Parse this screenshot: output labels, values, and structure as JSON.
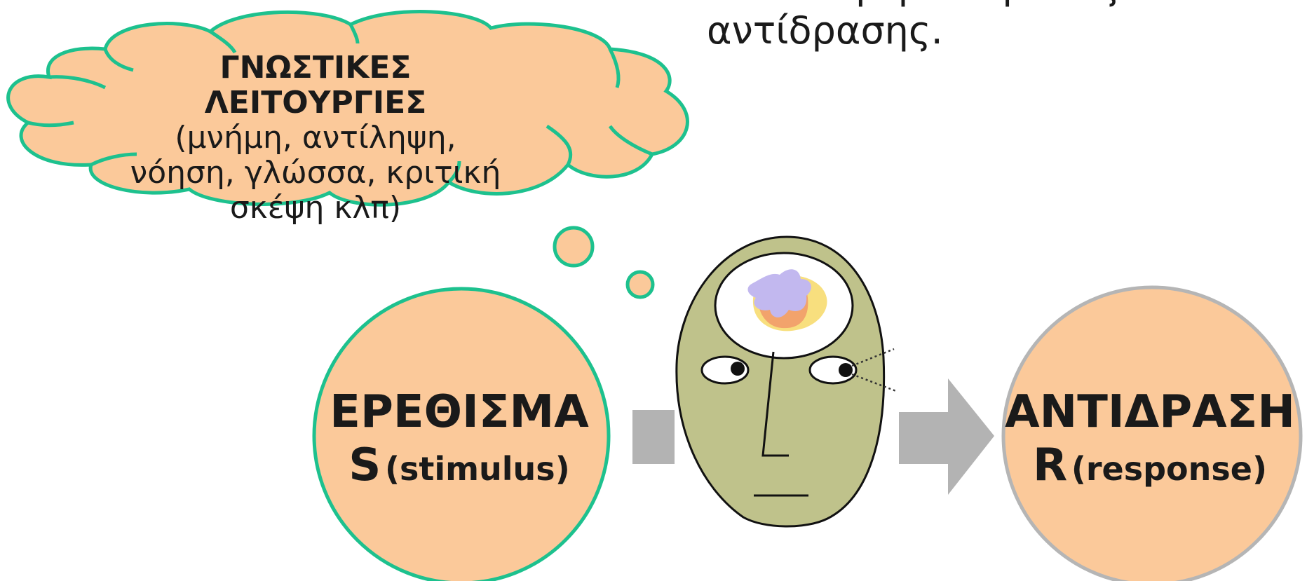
{
  "top_note": {
    "text": "σύνδεση ερεθίσματος\nαντίδρασης."
  },
  "thought_cloud": {
    "title_line1": "ΓΝΩΣΤΙΚΕΣ",
    "title_line2": "ΛΕΙΤΟΥΡΓΙΕΣ",
    "text_line1": "(μνήμη, αντίληψη,",
    "text_line2": "νόηση, γλώσσα, κριτική",
    "text_line3": "σκέψη κλπ)"
  },
  "stimulus": {
    "title": "ΕΡΕΘΙΣΜΑ",
    "letter": "S",
    "subtitle": "(stimulus)"
  },
  "response": {
    "title": "ΑΝΤΙΔΡΑΣΗ",
    "letter": "R",
    "subtitle": "(response)"
  },
  "colors": {
    "peach_fill": "#fbc99a",
    "green_outline": "#1dc18e",
    "gray_outline": "#b5b5b5",
    "arrow_gray": "#b3b3b3",
    "face_fill": "#bfc28b",
    "brain_blue": "#c2b8ef",
    "brain_orange": "#f2a36c",
    "brain_yellow": "#f8df7e"
  }
}
